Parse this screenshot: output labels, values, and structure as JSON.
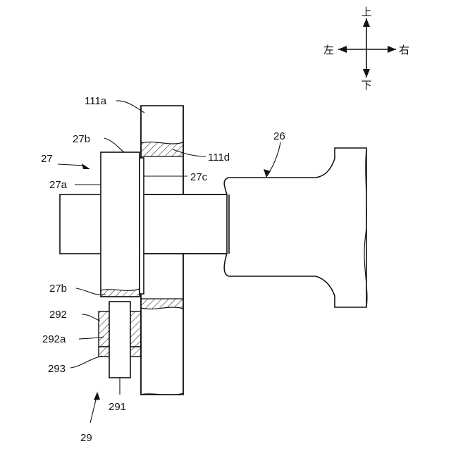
{
  "compass": {
    "up": "上",
    "down": "下",
    "left": "左",
    "right": "右"
  },
  "labels": {
    "l111a": "111a",
    "l111d": "111d",
    "l27": "27",
    "l27a": "27a",
    "l27b_top": "27b",
    "l27b_bottom": "27b",
    "l27c": "27c",
    "l26": "26",
    "l292": "292",
    "l292a": "292a",
    "l293": "293",
    "l291": "291",
    "l29": "29"
  }
}
